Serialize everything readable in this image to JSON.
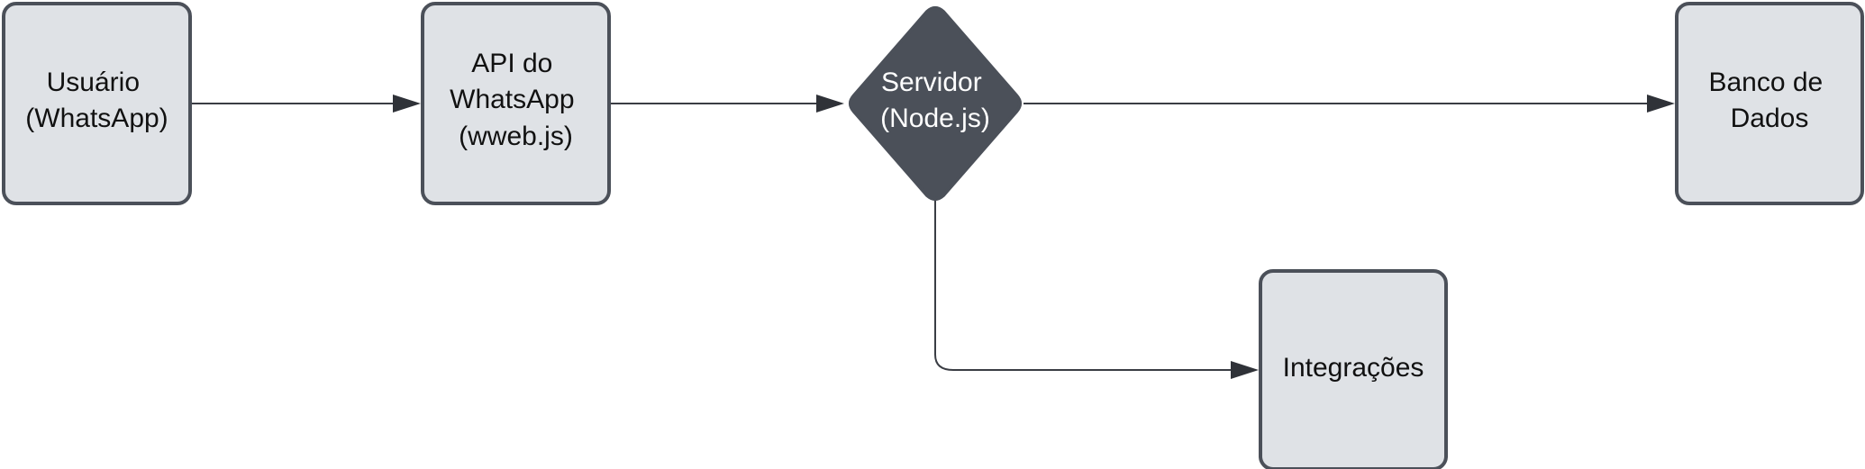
{
  "diagram": {
    "nodes": [
      {
        "id": "usuario",
        "shape": "rounded-rectangle",
        "lines": [
          "Usuário",
          "(WhatsApp)"
        ]
      },
      {
        "id": "api",
        "shape": "rounded-rectangle",
        "lines": [
          "API do",
          "WhatsApp",
          "(wweb.js)"
        ]
      },
      {
        "id": "servidor",
        "shape": "diamond",
        "lines": [
          "Servidor",
          "(Node.js)"
        ]
      },
      {
        "id": "banco",
        "shape": "rounded-rectangle",
        "lines": [
          "Banco de",
          "Dados"
        ]
      },
      {
        "id": "integracoes",
        "shape": "rounded-rectangle",
        "lines": [
          "Integrações"
        ]
      }
    ],
    "edges": [
      {
        "from": "usuario",
        "to": "api"
      },
      {
        "from": "api",
        "to": "servidor"
      },
      {
        "from": "servidor",
        "to": "banco"
      },
      {
        "from": "servidor",
        "to": "integracoes"
      }
    ],
    "colors": {
      "box_fill": "#dfe2e6",
      "box_stroke": "#4b5059",
      "diamond_fill": "#4b5059",
      "diamond_text": "#ffffff",
      "text": "#111111",
      "edge": "#3a3d44"
    }
  }
}
